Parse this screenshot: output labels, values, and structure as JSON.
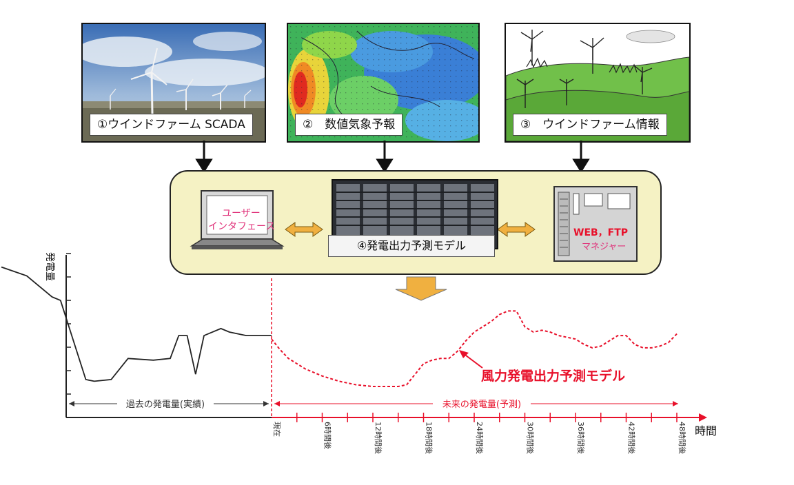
{
  "sources": [
    {
      "caption": "①ウインドファーム SCADA",
      "icon": "wind-turbine-photo"
    },
    {
      "caption": "②　数値気象予報",
      "icon": "weather-map"
    },
    {
      "caption": "③　ウインドファーム情報",
      "icon": "wind-farm-illustration"
    }
  ],
  "hub": {
    "ui_label_line1": "ユーザー",
    "ui_label_line2": "インタフェース",
    "model_label": "④発電出力予測モデル",
    "server_label_line1": "WEB，FTP",
    "server_label_line2": "マネジャー"
  },
  "chart_data": {
    "type": "line",
    "ylabel": "発電量",
    "xlabel": "時間",
    "x_ticks": [
      "現在",
      "6時間後",
      "12時間後",
      "18時間後",
      "24時間後",
      "30時間後",
      "36時間後",
      "42時間後",
      "48時間後"
    ],
    "past_span_label": "過去の発電量(実績)",
    "future_span_label": "未来の発電量(予測)",
    "annotation": "風力発電出力予測モデル",
    "series": [
      {
        "style": "solid",
        "color": "#222222",
        "x": [
          -32,
          -29,
          -26,
          -25,
          -22,
          -21,
          -19,
          -17,
          -14,
          -12,
          -11,
          -10,
          -9,
          -8,
          -6,
          -5,
          -3,
          -2,
          0
        ],
        "y": [
          7.7,
          7.2,
          6.0,
          5.8,
          1.3,
          1.2,
          1.3,
          2.5,
          2.4,
          2.5,
          3.8,
          3.8,
          1.6,
          3.8,
          4.2,
          4.0,
          3.8,
          3.8,
          3.8
        ]
      },
      {
        "style": "dashed",
        "color": "#e8102a",
        "x": [
          0,
          1,
          2,
          4,
          6,
          8,
          10,
          12,
          14,
          15,
          16,
          17,
          18,
          19,
          20,
          21,
          22,
          23,
          24,
          25,
          26,
          27,
          28,
          29,
          30,
          31,
          32,
          33,
          34,
          35,
          36,
          37,
          38,
          39,
          40,
          41,
          42,
          43,
          44,
          45,
          46,
          47,
          48
        ],
        "y": [
          3.6,
          3.0,
          2.5,
          1.9,
          1.5,
          1.2,
          1.0,
          0.9,
          0.9,
          0.9,
          1.0,
          1.6,
          2.2,
          2.4,
          2.5,
          2.5,
          2.9,
          3.5,
          4.0,
          4.3,
          4.6,
          5.0,
          5.2,
          5.2,
          4.3,
          4.0,
          4.1,
          4.0,
          3.8,
          3.7,
          3.6,
          3.3,
          3.1,
          3.2,
          3.5,
          3.8,
          3.8,
          3.3,
          3.1,
          3.1,
          3.2,
          3.4,
          3.9
        ]
      }
    ]
  }
}
